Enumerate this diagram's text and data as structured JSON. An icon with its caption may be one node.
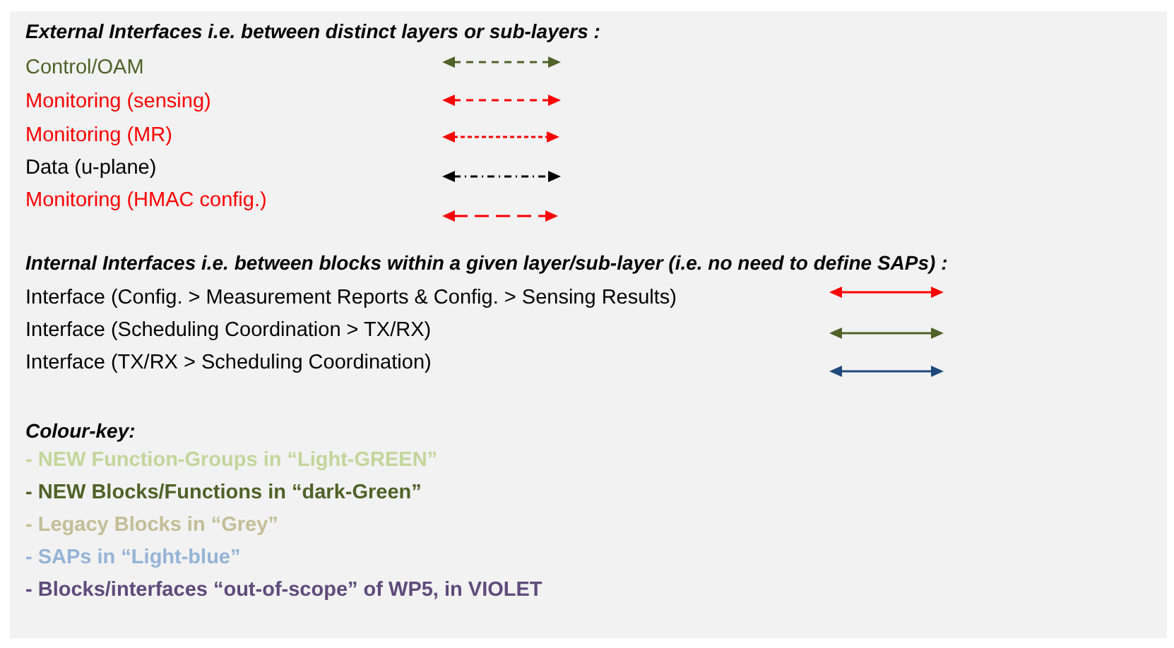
{
  "diagram": {
    "labels": [
      "External Interfaces i.e. between distinct layers or sub-layers :",
      "Internal Interfaces i.e. between blocks within a given layer/sub-layer (i.e. no need to define SAPs) :",
      "Colour-key:"
    ],
    "legend": [
      {
        "text": "Control/OAM"
      },
      {
        "text": "Monitoring (sensing)"
      },
      {
        "text": "Monitoring (MR)"
      },
      {
        "text": "Data (u-plane)"
      },
      {
        "text": "Monitoring (HMAC config.)"
      },
      {
        "text": "Interface (Config. > Measurement Reports & Config. > Sensing Results)"
      },
      {
        "text": "Interface (Scheduling Coordination > TX/RX)"
      },
      {
        "text": "Interface (TX/RX > Scheduling Coordination)"
      },
      {
        "text": "- NEW Function-Groups  in “Light-GREEN”",
        "color": "#c3d69b"
      },
      {
        "text": "- NEW Blocks/Functions  in “dark-Green”",
        "color": "#4f6228"
      },
      {
        "text": "- Legacy Blocks in “Grey”",
        "color": "#c4bd97"
      },
      {
        "text": "- SAPs in “Light-blue”",
        "color": "#95b3d7"
      },
      {
        "text": "- Blocks/interfaces “out-of-scope” of WP5, in VIOLET",
        "color": "#604a7b"
      }
    ]
  }
}
